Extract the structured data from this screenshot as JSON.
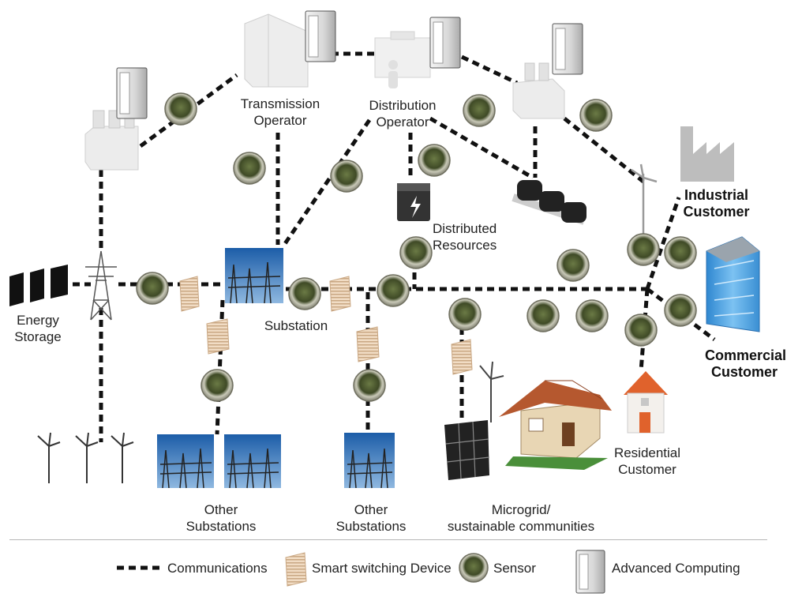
{
  "labels": {
    "transmission_operator": [
      "Transmission",
      "Operator"
    ],
    "distribution_operator": [
      "Distribution",
      "Operator"
    ],
    "distributed_resources": [
      "Distributed",
      "Resources"
    ],
    "industrial_customer": [
      "Industrial",
      "Customer"
    ],
    "commercial_customer": [
      "Commercial",
      "Customer"
    ],
    "energy_storage": [
      "Energy",
      "Storage"
    ],
    "substation": "Substation",
    "other_substations_1": [
      "Other",
      "Substations"
    ],
    "other_substations_2": [
      "Other",
      "Substations"
    ],
    "microgrid": [
      "Microgrid/",
      "sustainable communities"
    ],
    "residential_customer": [
      "Residential",
      "Customer"
    ]
  },
  "legend": {
    "communications": "Communications",
    "smart_switching": "Smart switching Device",
    "sensor": "Sensor",
    "advanced_computing": "Advanced Computing"
  },
  "colors": {
    "link": "#111111",
    "sensor_ring": "#8a8a7a",
    "sensor_core": "#5d6b3a",
    "substation_sky": "#2d6cb5",
    "building": "#5aa9e6",
    "house_roof": "#b5582f"
  }
}
